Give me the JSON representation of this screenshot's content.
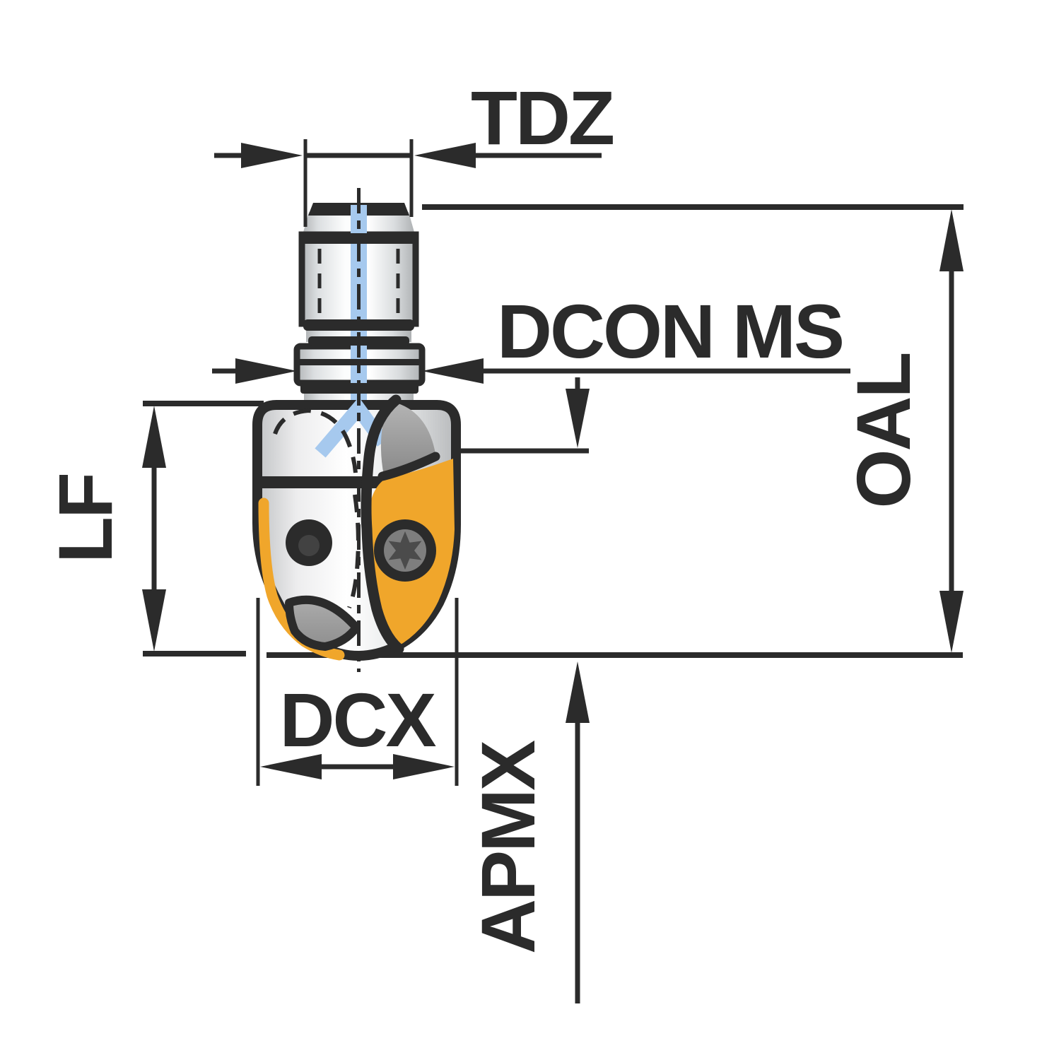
{
  "figure": {
    "type": "technical-dimension-diagram",
    "subject": "Exchangeable-head ball nose milling cutter with threaded coupling, side view"
  },
  "labels": {
    "tdz": "TDZ",
    "dcon_ms": "DCON MS",
    "oal": "OAL",
    "lf": "LF",
    "dcx": "DCX",
    "apmx": "APMX"
  },
  "colors": {
    "line": "#2b2b2b",
    "insert_orange": "#f0a62b",
    "coolant_blue": "#a6c9ee",
    "flute_gray": "#9c9c9c",
    "screw_gray": "#7e7e7e",
    "background": "#ffffff"
  }
}
